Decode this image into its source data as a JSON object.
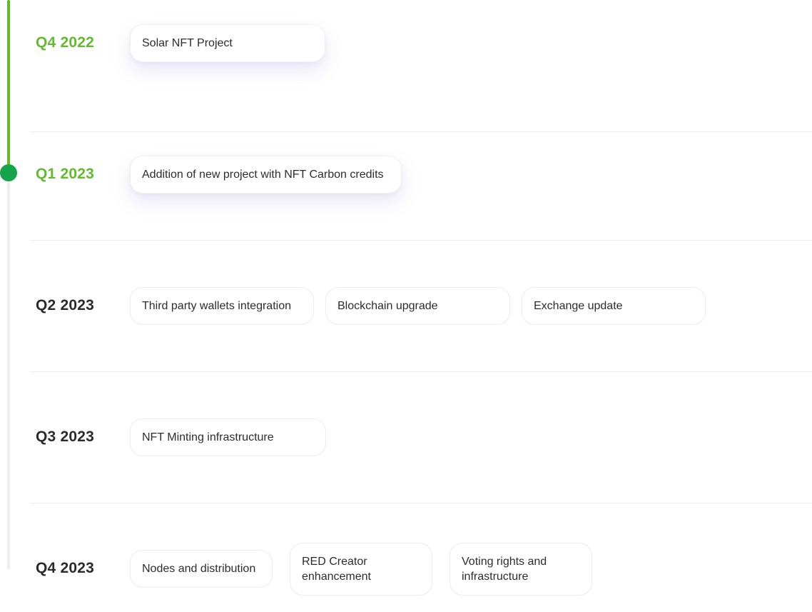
{
  "colors": {
    "accent": "#62ba2f",
    "current_dot": "#16a34a",
    "track": "#ededed",
    "text": "#2b2b2b"
  },
  "roadmap": [
    {
      "quarter": "Q4 2022",
      "status": "done",
      "items": [
        "Solar NFT Project"
      ]
    },
    {
      "quarter": "Q1 2023",
      "status": "current",
      "items": [
        "Addition of new project with NFT Carbon credits"
      ]
    },
    {
      "quarter": "Q2 2023",
      "status": "upcoming",
      "items": [
        "Third party wallets integration",
        "Blockchain upgrade",
        "Exchange update"
      ]
    },
    {
      "quarter": "Q3 2023",
      "status": "upcoming",
      "items": [
        "NFT Minting infrastructure"
      ]
    },
    {
      "quarter": "Q4 2023",
      "status": "upcoming",
      "items": [
        "Nodes and distribution",
        "RED Creator enhancement",
        "Voting rights and infrastructure"
      ]
    }
  ]
}
